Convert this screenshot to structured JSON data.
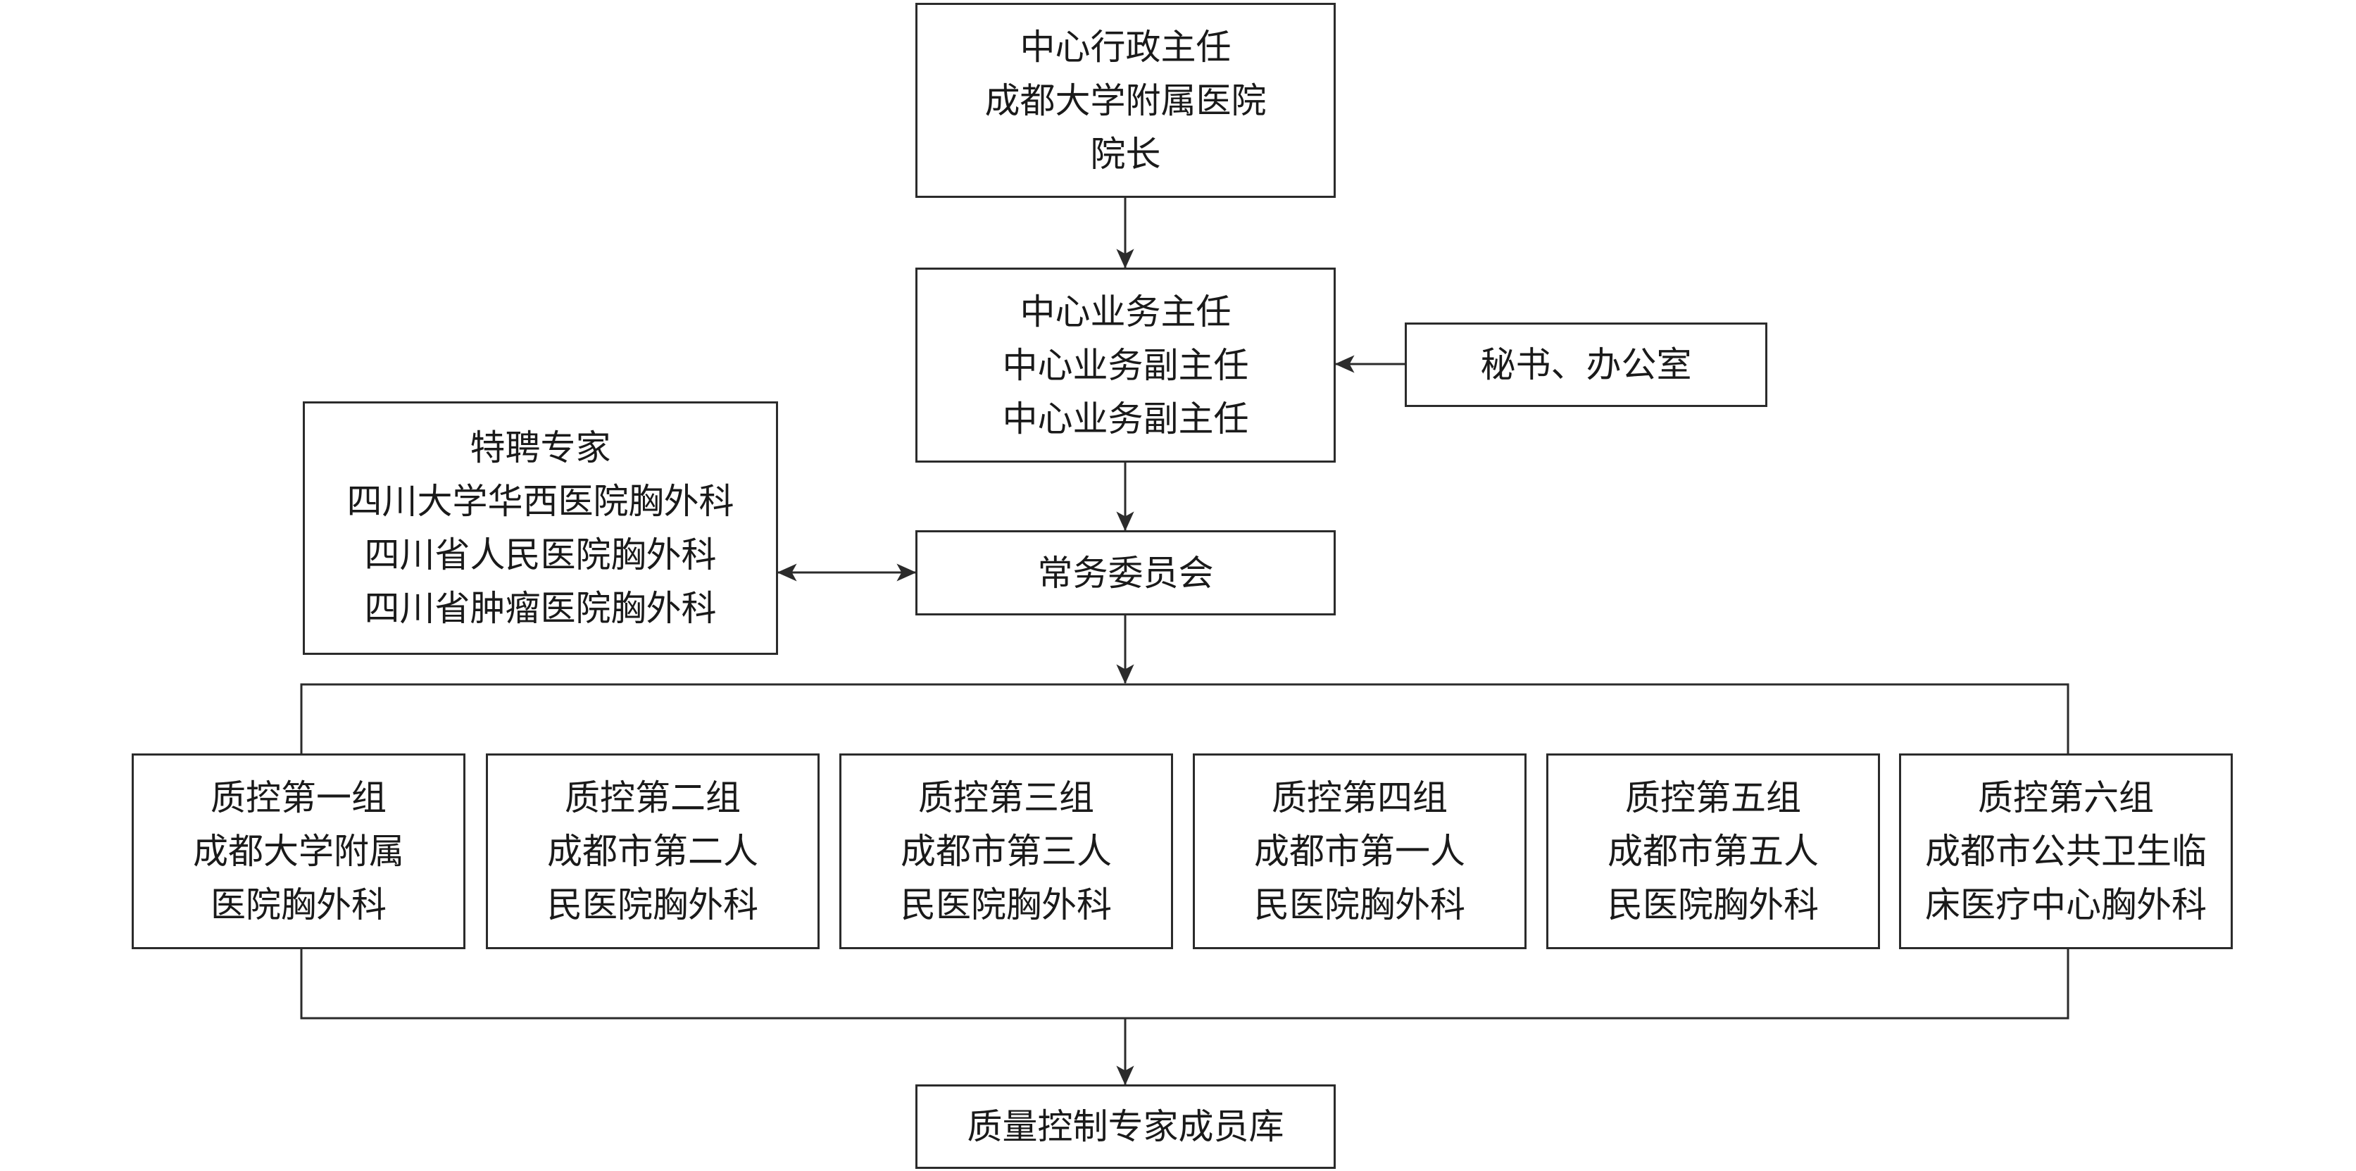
{
  "diagram": {
    "director": {
      "lines": [
        "中心行政主任",
        "成都大学附属医院",
        "院长"
      ]
    },
    "business": {
      "lines": [
        "中心业务主任",
        "中心业务副主任",
        "中心业务副主任"
      ]
    },
    "secretary": {
      "lines": [
        "秘书、办公室"
      ]
    },
    "experts": {
      "lines": [
        "特聘专家",
        "四川大学华西医院胸外科",
        "四川省人民医院胸外科",
        "四川省肿瘤医院胸外科"
      ]
    },
    "committee": {
      "lines": [
        "常务委员会"
      ]
    },
    "groups": [
      {
        "lines": [
          "质控第一组",
          "成都大学附属",
          "医院胸外科"
        ]
      },
      {
        "lines": [
          "质控第二组",
          "成都市第二人",
          "民医院胸外科"
        ]
      },
      {
        "lines": [
          "质控第三组",
          "成都市第三人",
          "民医院胸外科"
        ]
      },
      {
        "lines": [
          "质控第四组",
          "成都市第一人",
          "民医院胸外科"
        ]
      },
      {
        "lines": [
          "质控第五组",
          "成都市第五人",
          "民医院胸外科"
        ]
      },
      {
        "lines": [
          "质控第六组",
          "成都市公共卫生临",
          "床医疗中心胸外科"
        ]
      }
    ],
    "library": {
      "lines": [
        "质量控制专家成员库"
      ]
    }
  }
}
